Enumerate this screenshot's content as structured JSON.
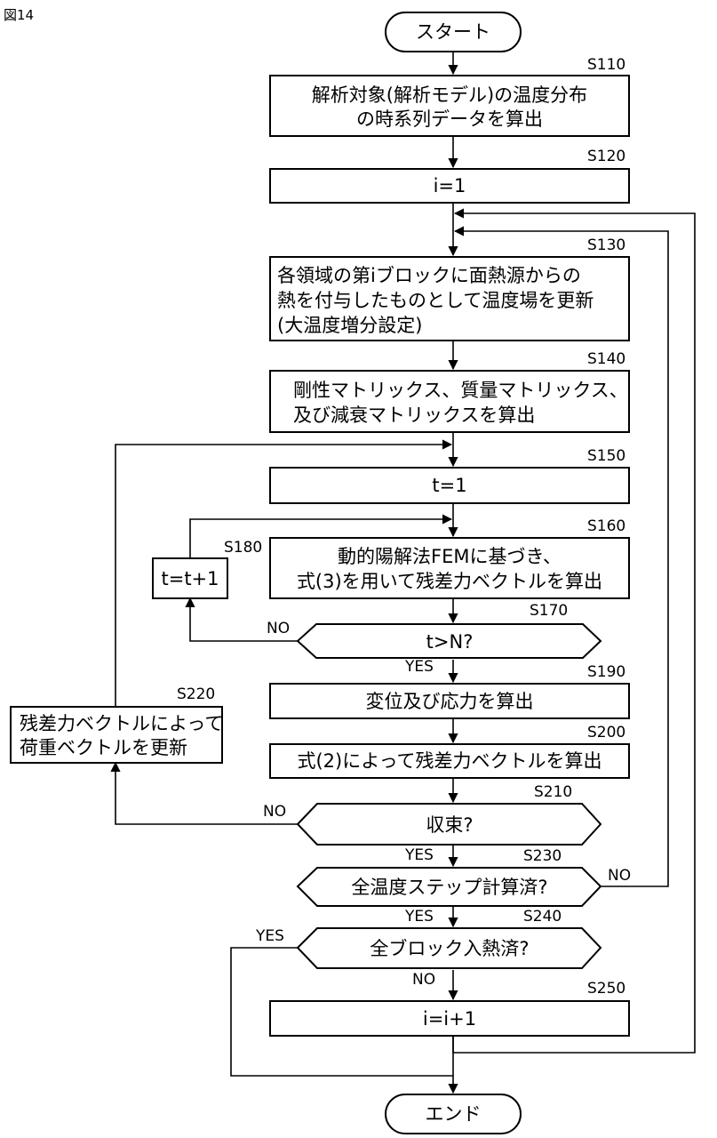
{
  "figure_label": "図14",
  "start": "スタート",
  "end": "エンド",
  "steps": {
    "s110": {
      "id": "S110",
      "lines": [
        "解析対象(解析モデル)の温度分布",
        "の時系列データを算出"
      ]
    },
    "s120": {
      "id": "S120",
      "lines": [
        "i=1"
      ]
    },
    "s130": {
      "id": "S130",
      "lines": [
        "各領域の第iブロックに面熱源からの",
        "熱を付与したものとして温度場を更新",
        "(大温度増分設定)"
      ]
    },
    "s140": {
      "id": "S140",
      "lines": [
        "剛性マトリックス、質量マトリックス、",
        "及び減衰マトリックスを算出"
      ]
    },
    "s150": {
      "id": "S150",
      "lines": [
        "t=1"
      ]
    },
    "s160": {
      "id": "S160",
      "lines": [
        "動的陽解法FEMに基づき、",
        "式(3)を用いて残差力ベクトルを算出"
      ]
    },
    "s170": {
      "id": "S170",
      "lines": [
        "t>N?"
      ]
    },
    "s180": {
      "id": "S180",
      "lines": [
        "t=t+1"
      ]
    },
    "s190": {
      "id": "S190",
      "lines": [
        "変位及び応力を算出"
      ]
    },
    "s200": {
      "id": "S200",
      "lines": [
        "式(2)によって残差力ベクトルを算出"
      ]
    },
    "s210": {
      "id": "S210",
      "lines": [
        "収束?"
      ]
    },
    "s220": {
      "id": "S220",
      "lines": [
        "残差力ベクトルによって",
        "荷重ベクトルを更新"
      ]
    },
    "s230": {
      "id": "S230",
      "lines": [
        "全温度ステップ計算済?"
      ]
    },
    "s240": {
      "id": "S240",
      "lines": [
        "全ブロック入熱済?"
      ]
    },
    "s250": {
      "id": "S250",
      "lines": [
        "i=i+1"
      ]
    }
  },
  "branch_labels": {
    "s170_no": "NO",
    "s170_yes": "YES",
    "s210_no": "NO",
    "s210_yes": "YES",
    "s230_no": "NO",
    "s230_yes": "YES",
    "s240_yes": "YES",
    "s240_no": "NO"
  }
}
